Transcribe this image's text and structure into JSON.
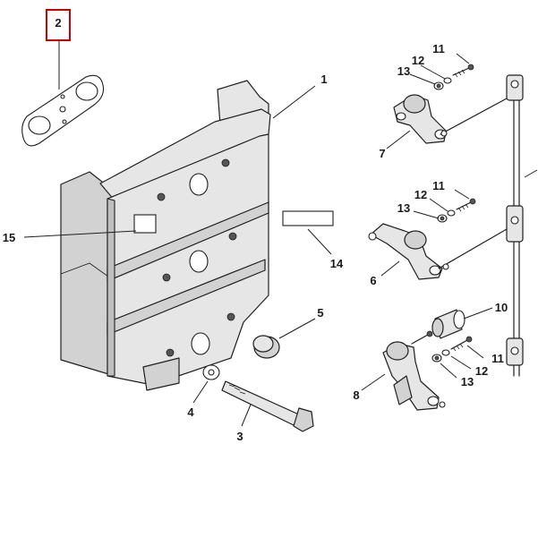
{
  "highlight_color": "#cc0000",
  "callouts": {
    "c1": "1",
    "c2": "2",
    "c3": "3",
    "c4": "4",
    "c5": "5",
    "c6": "6",
    "c7": "7",
    "c8": "8",
    "c10": "10",
    "c11a": "11",
    "c12a": "12",
    "c13a": "13",
    "c11b": "11",
    "c12b": "12",
    "c13b": "13",
    "c11c": "11",
    "c12c": "12",
    "c13c": "13",
    "c14": "14",
    "c15": "15"
  }
}
